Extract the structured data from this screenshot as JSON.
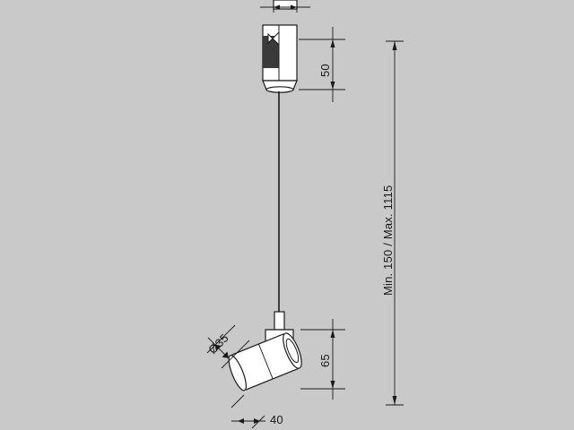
{
  "drawing": {
    "title": "pendant-spotlight-technical-drawing",
    "background_color": "#c9c9c9",
    "line_color": "#1a1a1a",
    "fill_color": "#ffffff"
  },
  "dimensions": {
    "canopy_height": "50",
    "suspension_range": "Min. 150 / Max. 1115",
    "head_height": "65",
    "head_diameter": "Ø35",
    "base_width": "40"
  }
}
